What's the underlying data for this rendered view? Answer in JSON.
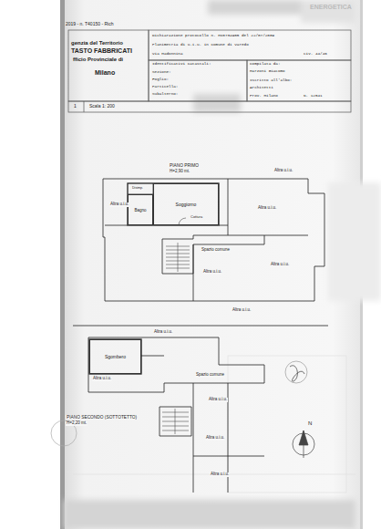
{
  "diagram": {
    "nodes": [
      {
        "text": [
          "Soggiorno"
        ]
      },
      {
        "text": [
          "Bagno"
        ]
      },
      {
        "text": [
          "Sgombero"
        ]
      }
    ],
    "labels": [
      "2019 - n. T40150 - Rich",
      "genzia del Territorio",
      "TASTO FABBRICATI",
      "fficio Provinciale di",
      "Milano",
      "Dichiarazione protocollo n. MI0734905 del 22/07/2009",
      "Planimetria di u.i.u. in Comune di Varedo",
      "Via Madonnina",
      "civ. 44/46",
      "Identificativi Catastali:",
      "Sezione:",
      "Foglio:",
      "Particella:",
      "Subalterno:",
      "Compilata da:",
      "Marzoni Giacomo",
      "Iscritto all'albo:",
      "Architetti",
      "Prov. Milano",
      "N. 12541",
      "1",
      "Scala 1: 200",
      "PIANO PRIMO",
      "H=2,90 mt.",
      "Disimp.",
      "Cottura",
      "Altra u.i.u.",
      "Altra u.i.u.",
      "Altra u.i.u.",
      "Altra u.i.u.",
      "Altra u.i.u.",
      "Altra u.i.u.",
      "Spazio comune",
      "Altra u.i.u.",
      "Altra u.i.u.",
      "Altra u.i.u.",
      "Altra u.i.u.",
      "Altra u.i.u.",
      "Spazio comune",
      "PIANO SECONDO (SOTTOTETTO)",
      "H=2,20 mt.",
      "N",
      "ENERGETICA"
    ]
  }
}
